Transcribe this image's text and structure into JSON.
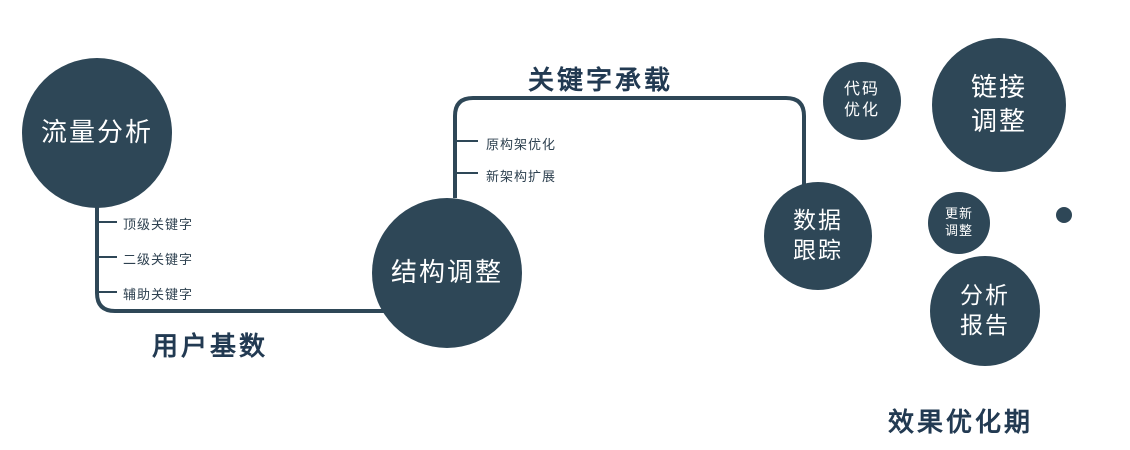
{
  "diagram": {
    "title": "SEO optimization flow diagram",
    "nodes": {
      "traffic": {
        "label": "流量分析"
      },
      "structure": {
        "label": "结构调整"
      },
      "data_tracking": {
        "label": "数据\n跟踪"
      },
      "code_opt": {
        "label": "代码\n优化"
      },
      "link_adjust": {
        "label": "链接\n调整"
      },
      "update_adjust": {
        "label": "更新\n调整"
      },
      "analysis_report": {
        "label": "分析\n报告"
      }
    },
    "edge_labels": {
      "keyword_carry": "关键字承载",
      "user_base": "用户基数",
      "effect_period": "效果优化期"
    },
    "branch_labels": {
      "traffic": [
        "顶级关键字",
        "二级关键字",
        "辅助关键字"
      ],
      "structure": [
        "原构架优化",
        "新架构扩展"
      ]
    },
    "colors": {
      "node_fill": "#2e4757",
      "connector": "#2e4757",
      "label_text": "#223a52",
      "node_text": "#ffffff",
      "background": "#ffffff"
    }
  }
}
